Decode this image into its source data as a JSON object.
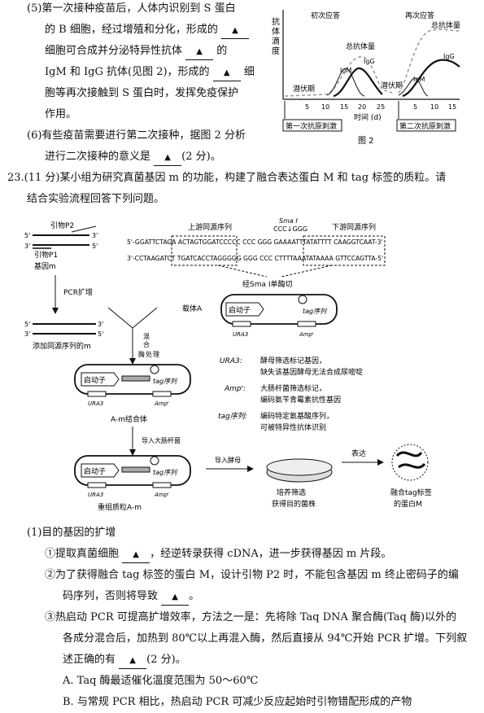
{
  "q5": {
    "l1": "(5)第一次接种疫苗后，人体内识别到 S 蛋白",
    "l2a": "的 B 细胞，经过增殖和分化，形成的",
    "l3a": "细胞可合成并分泌特异性抗体",
    "l3b": "的",
    "l4a": "IgM 和 IgG 抗体(见图 2)，形成的",
    "l4b": "细",
    "l5": "胞等再次接触到 S 蛋白时，发挥免疫保护",
    "l6": "作用。"
  },
  "q6": {
    "l1": "(6)有些疫苗需要进行第二次接种，据图 2 分析",
    "l2a": "进行二次接种的意义是",
    "l2b": "(2 分)。"
  },
  "blank_mark": "▲",
  "fig2": {
    "ylabel": [
      "抗",
      "体",
      "滴",
      "度"
    ],
    "first": "初次应答",
    "second": "再次应答",
    "total1": "总抗体量",
    "total2": "总抗体量",
    "igm": "IgM",
    "igg": "IgG",
    "latent": "潜伏期",
    "ticks1": [
      "5",
      "10",
      "15",
      "20",
      "25"
    ],
    "ticks2": [
      "5",
      "10",
      "15"
    ],
    "xlabel": "时间 (d)",
    "box1": "第一次抗原刺激",
    "box2": "第二次抗原刺激",
    "caption": "图 2"
  },
  "q23": {
    "l1": "23.(11 分)某小组为研究真菌基因 m 的功能，构建了融合表达蛋白 M 和 tag 标签的质粒。请",
    "l2": "结合实验流程回答下列问题。"
  },
  "diagram": {
    "p2": "引物P2",
    "p1": "引物P1",
    "gene": "基因m",
    "three": "3'",
    "five": "5'",
    "pcr": "PCR扩增",
    "homo_m": "添加同源序列的m",
    "up": "上游同源序列",
    "down": "下游同源序列",
    "sma": "Sma Ⅰ",
    "ccc": "CCC↓GGG",
    "seq1": "5'-GGATTCTAGA ACTAGTGGATCCCCC CCC GGG GAAAATTTATATTTT CAAGGTCAAT-3'",
    "seq2": "3'-CCTAAGATCT TGATCACCTAGGGGG GGG CCC CTTTTAAATATAAAA GTTCCAGTTA-5'",
    "cut": "经Sma Ⅰ单酶切",
    "vecA": "载体A",
    "promoter": "启动子",
    "tag": "tag序列",
    "ura": "URA3",
    "amp": "Ampʳ",
    "mix": [
      "混",
      "合",
      "酶",
      "处",
      "理"
    ],
    "combo": "A-m结合体",
    "ecoli": "导入大肠杆菌",
    "yeast": "导入酵母",
    "recomb": "重组质粒A-m",
    "l_ura": "URA3:",
    "ura1": "酵母筛选标记基因，",
    "ura2": "缺失该基因酵母无法合成尿嘧啶",
    "l_amp": "Ampʳ:",
    "amp1": "大肠杆菌筛选标记，",
    "amp2": "编码氨苄青霉素抗性基因",
    "l_tag": "tag序列:",
    "tag1": "编码特定氨基酸序列，",
    "tag2": "可被特异性抗体识别",
    "express": "表达",
    "culture1": "培养筛选",
    "culture2": "获得目的菌株",
    "fusion1": "融合tag标签",
    "fusion2": "的蛋白M"
  },
  "q1": {
    "title": "(1)目的基因的扩增",
    "s1a": "①提取真菌细胞",
    "s1b": "，经逆转录获得 cDNA，进一步获得基因 m 片段。",
    "s2a": "②为了获得融合 tag 标签的蛋白 M，设计引物 P2 时，不能包含基因 m 终止密码子的编",
    "s2b": "码序列，否则将导致",
    "s2c": "。",
    "s3a": "③热启动 PCR 可提高扩增效率，方法之一是：先将除 Taq DNA 聚合酶(Taq 酶)以外的",
    "s3b": "各成分混合后，加热到 80℃以上再混入酶，然后直接从 94℃开始 PCR 扩增。下列叙",
    "s3c": "述正确的有",
    "s3d": "(2 分)。",
    "optA": "A. Taq 酶最适催化温度范围为 50～60℃",
    "optB": "B. 与常规 PCR 相比，热启动 PCR 可减少反应起始时引物错配形成的产物"
  }
}
